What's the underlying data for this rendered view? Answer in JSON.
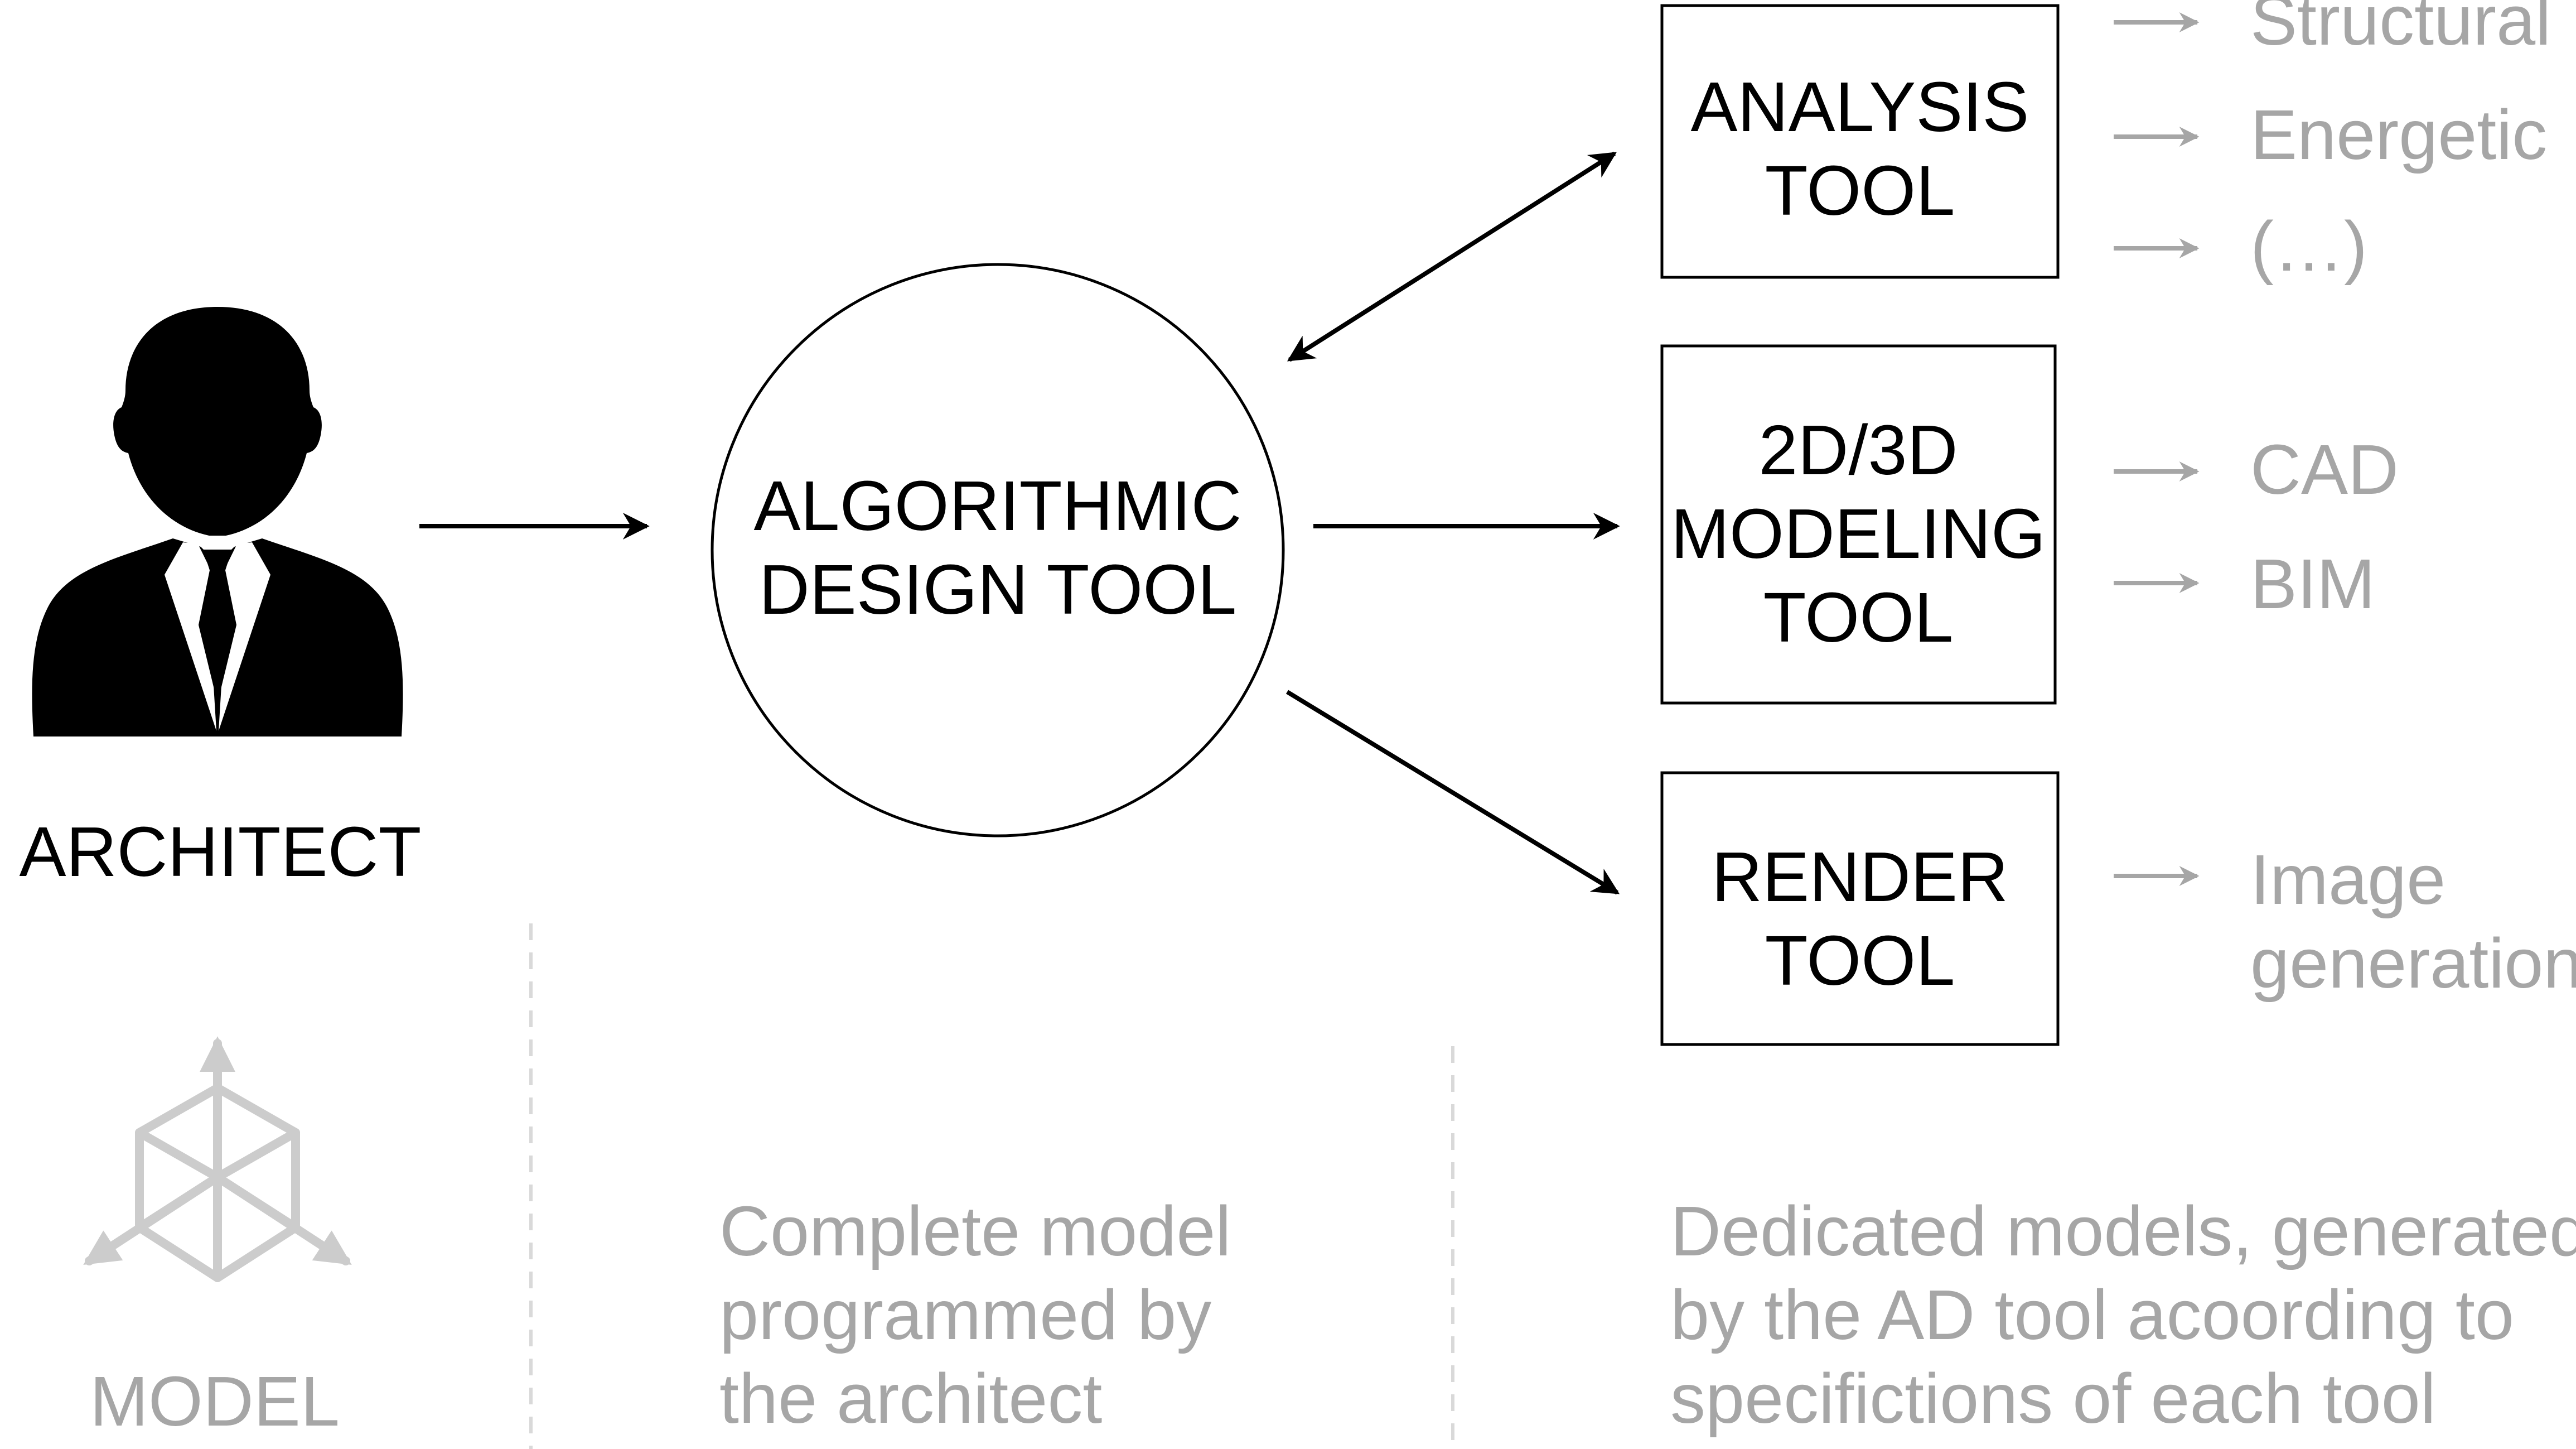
{
  "colors": {
    "ink": "#000000",
    "muted": "#a6a6a6",
    "light": "#cccccc",
    "divider": "#d9d9d9",
    "background": "#ffffff"
  },
  "architect": {
    "icon": "businessman-icon",
    "label": "ARCHITECT"
  },
  "center": {
    "line1": "ALGORITHMIC",
    "line2": "DESIGN TOOL"
  },
  "tools": [
    {
      "lines": [
        "ANALYSIS",
        "TOOL"
      ],
      "outputs": [
        "Structural",
        "Energetic",
        "(…)"
      ]
    },
    {
      "lines": [
        "2D/3D",
        "MODELING",
        "TOOL"
      ],
      "outputs": [
        "CAD",
        "BIM"
      ]
    },
    {
      "lines": [
        "RENDER",
        "TOOL"
      ],
      "outputs": [
        "Image",
        "generation"
      ]
    }
  ],
  "footer": {
    "model_icon": "cube-axes-icon",
    "model_label": "MODEL",
    "complete_model": [
      "Complete model",
      "programmed by",
      "the architect"
    ],
    "dedicated_models": [
      "Dedicated models, generated",
      "by the AD tool acoording to",
      "specifictions of each tool"
    ]
  }
}
